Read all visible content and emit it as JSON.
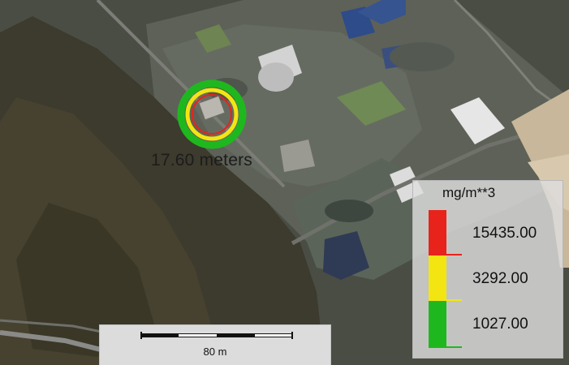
{
  "map": {
    "basemap": "satellite imagery",
    "distance_label": "17.60 meters",
    "threat_zones": [
      {
        "zone": "red",
        "color": "#e8231b"
      },
      {
        "zone": "yellow",
        "color": "#f3e512"
      },
      {
        "zone": "green",
        "color": "#1eb81e"
      }
    ]
  },
  "legend": {
    "unit": "mg/m**3",
    "levels": [
      {
        "value": "15435.00",
        "color": "#e8231b"
      },
      {
        "value": "3292.00",
        "color": "#f3e512"
      },
      {
        "value": "1027.00",
        "color": "#1eb81e"
      }
    ]
  },
  "scale_bar": {
    "label": "80 m"
  }
}
